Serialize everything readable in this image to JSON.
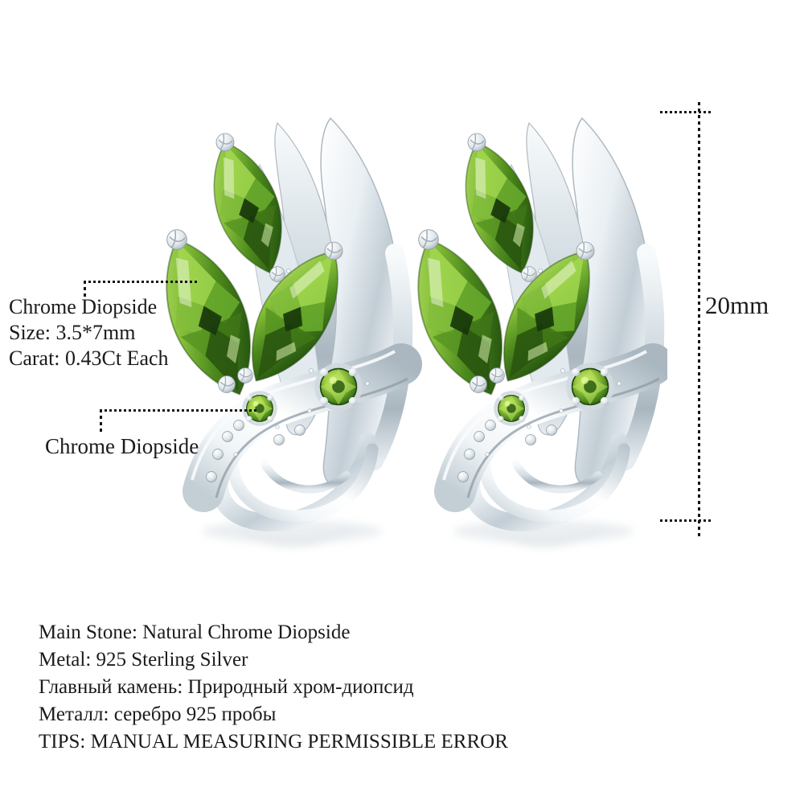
{
  "colors": {
    "background": "#ffffff",
    "text": "#1b1b1b",
    "leader_line": "#141414",
    "gem_bright": "#b6e266",
    "gem_mid": "#67a82c",
    "gem_dark": "#1d430c",
    "silver_light": "#f6fafc",
    "silver_mid": "#c6d0d8",
    "silver_dark": "#8d9aa4"
  },
  "annotations": {
    "main_stone": {
      "title": "Chrome Diopside",
      "size": "Size: 3.5*7mm",
      "carat": "Carat: 0.43Ct Each"
    },
    "accent_stone": {
      "title": "Chrome Diopside"
    },
    "dimension": {
      "label": "20mm"
    }
  },
  "specs": {
    "lines": [
      "Main Stone: Natural Chrome Diopside",
      "Metal: 925 Sterling Silver",
      "Главный камень: Природный хром-диопсид",
      "Металл: серебро 925 пробы",
      "TIPS: MANUAL MEASURING PERMISSIBLE ERROR"
    ]
  }
}
